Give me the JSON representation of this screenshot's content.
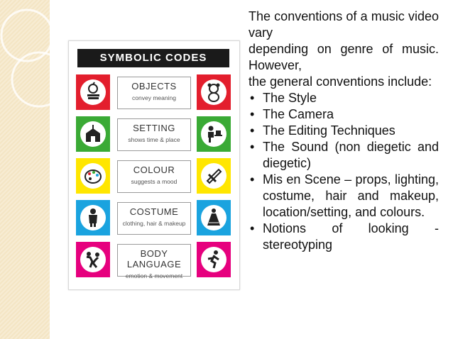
{
  "poster": {
    "title": "SYMBOLIC CODES",
    "rows": [
      {
        "title": "OBJECTS",
        "sub": "convey meaning",
        "color": "#e31e2d",
        "left_icon": "apple-books-icon",
        "right_icon": "teddy-bear-icon"
      },
      {
        "title": "SETTING",
        "sub": "shows time & place",
        "color": "#3aaa35",
        "left_icon": "schoolhouse-icon",
        "right_icon": "person-at-desk-icon"
      },
      {
        "title": "COLOUR",
        "sub": "suggests a mood",
        "color": "#ffe600",
        "left_icon": "paint-palette-icon",
        "right_icon": "crayons-icon"
      },
      {
        "title": "COSTUME",
        "sub": "clothing, hair & makeup",
        "color": "#1aa3df",
        "left_icon": "costume-person-icon",
        "right_icon": "dress-icon"
      },
      {
        "title": "BODY LANGUAGE",
        "sub": "emotion & movement",
        "color": "#e6007e",
        "left_icon": "fighting-figures-icon",
        "right_icon": "running-figure-icon"
      }
    ]
  },
  "text": {
    "intro_1": "The conventions of a music video vary",
    "intro_2": "depending on genre of music. However,",
    "intro_3": "the general conventions include:",
    "bullets": [
      "The Style",
      "The Camera",
      "The Editing Techniques",
      "The Sound (non diegetic and diegetic)",
      "Mis en Scene – props, lighting, costume, hair and makeup, location/setting, and colours.",
      "Notions of looking - stereotyping"
    ]
  },
  "colors": {
    "side_strip": "#f4e5c4",
    "poster_title_bg": "#1a1a1a"
  }
}
